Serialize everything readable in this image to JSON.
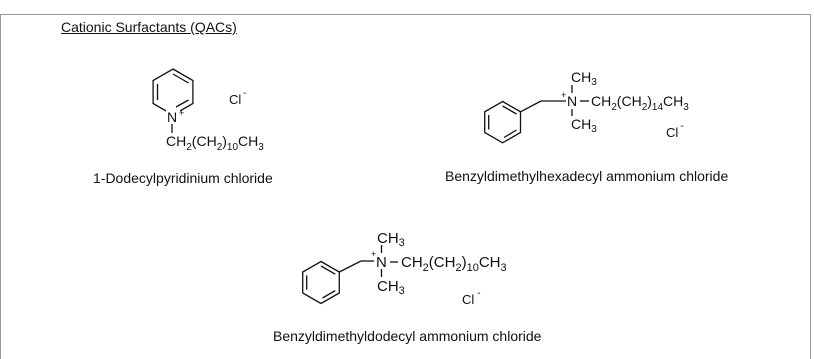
{
  "title": "Cationic Surfactants (QACs)",
  "compounds": [
    {
      "name": "1-Dodecylpyridinium chloride",
      "atom_n": "N",
      "charge_plus": "+",
      "chain_base": "CH",
      "sub_2a": "2",
      "chain_mid": "(CH",
      "sub_2b": "2",
      "chain_paren": ")",
      "sub_n": "10",
      "chain_end": "CH",
      "sub_3": "3",
      "counter_ion": "Cl",
      "counter_charge": "-"
    },
    {
      "name": "Benzyldimethylhexadecyl ammonium chloride",
      "methyl_top": "CH",
      "methyl_top_sub": "3",
      "methyl_bottom": "CH",
      "methyl_bottom_sub": "3",
      "atom_n": "N",
      "charge_plus": "+",
      "chain_base": "CH",
      "sub_2a": "2",
      "chain_mid": "(CH",
      "sub_2b": "2",
      "chain_paren": ")",
      "sub_n": "14",
      "chain_end": "CH",
      "sub_3": "3",
      "counter_ion": "Cl",
      "counter_charge": "-"
    },
    {
      "name": "Benzyldimethyldodecyl ammonium chloride",
      "methyl_top": "CH",
      "methyl_top_sub": "3",
      "methyl_bottom": "CH",
      "methyl_bottom_sub": "3",
      "atom_n": "N",
      "charge_plus": "+",
      "chain_base": "CH",
      "sub_2a": "2",
      "chain_mid": "(CH",
      "sub_2b": "2",
      "chain_paren": ")",
      "sub_n": "10",
      "chain_end": "CH",
      "sub_3": "3",
      "counter_ion": "Cl",
      "counter_charge": "-"
    }
  ]
}
